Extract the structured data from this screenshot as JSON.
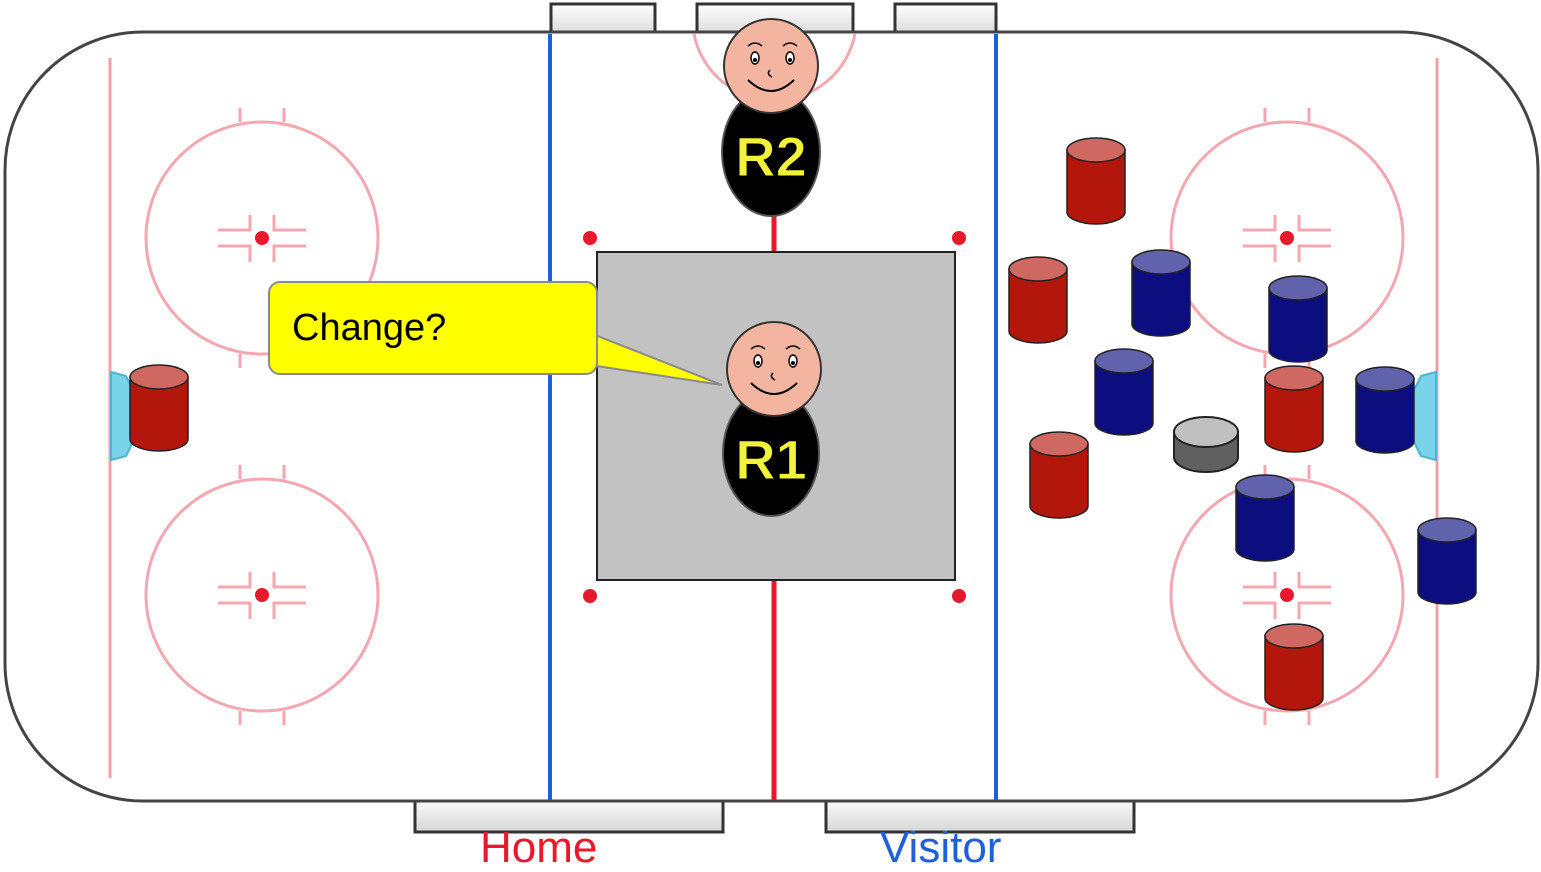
{
  "colors": {
    "home_team": "#b3170c",
    "visitor_team": "#0c0e80",
    "blue_line": "#1f5fd8",
    "red_line": "#e8192c",
    "crease": "#79d4ea",
    "referee_label": "#f2f23a",
    "speech_bubble": "#ffff00"
  },
  "benches": {
    "home_label": "Home",
    "visitor_label": "Visitor"
  },
  "referees": [
    {
      "label": "R2",
      "face": "smiley-face-icon"
    },
    {
      "label": "R1",
      "face": "smiley-face-icon"
    }
  ],
  "speech_bubble": {
    "text": "Change?"
  },
  "players": {
    "home_count": 6,
    "visitor_count": 6
  },
  "puck": {
    "icon": "puck-icon"
  }
}
